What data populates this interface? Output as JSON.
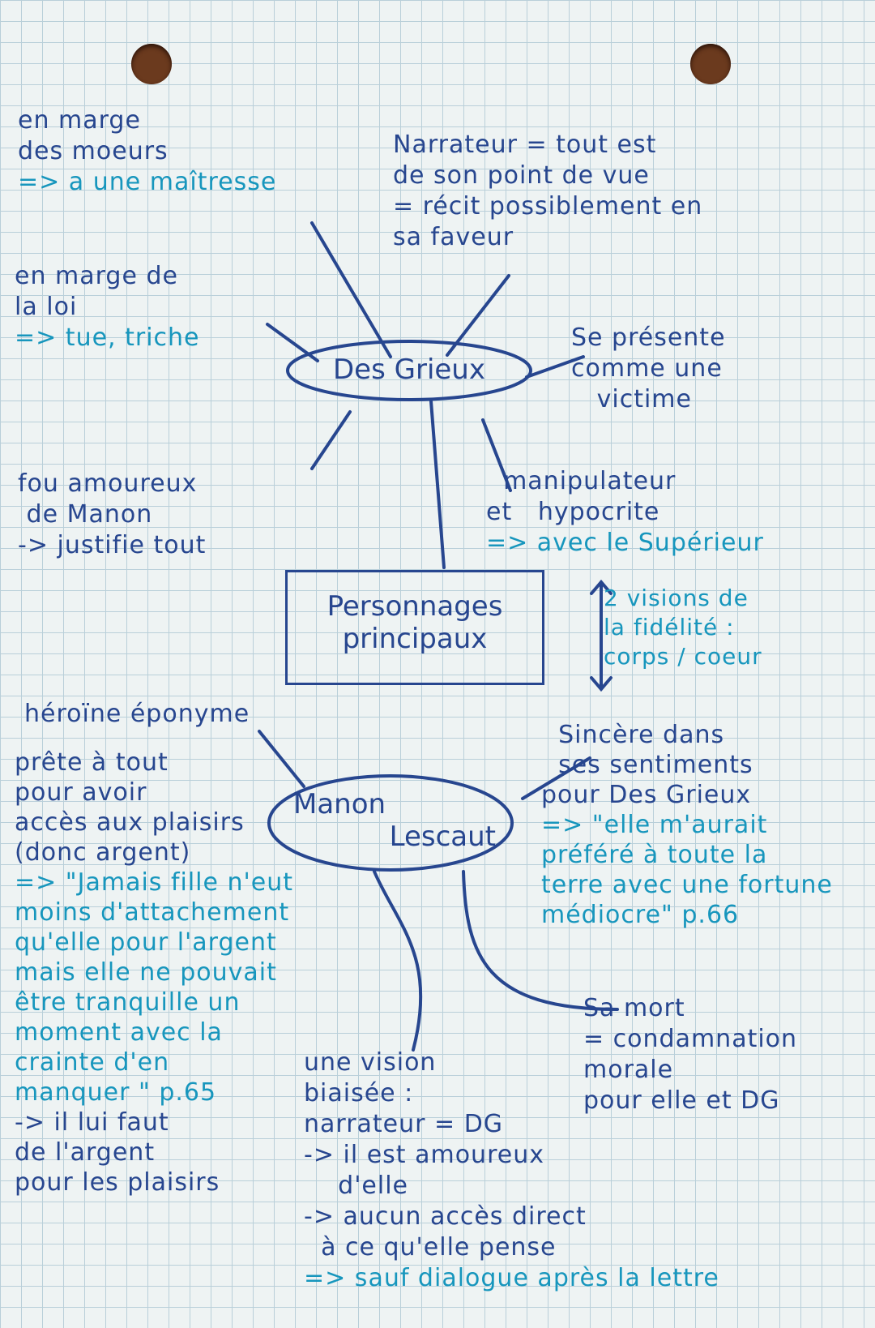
{
  "inks": {
    "dark": "#27468f",
    "teal": "#1796bd"
  },
  "nodes": {
    "des_grieux": "Des Grieux",
    "central": [
      "Personnages",
      "principaux"
    ],
    "manon": [
      "Manon",
      "Lescaut"
    ]
  },
  "blocks": [
    {
      "id": "b-topleft",
      "name": "note-moeurs",
      "lines": [
        {
          "text": "en marge",
          "ink": "dark"
        },
        {
          "text": "des moeurs",
          "ink": "dark"
        },
        {
          "text": "=> a une maîtresse",
          "ink": "teal"
        }
      ]
    },
    {
      "id": "b-narr",
      "name": "note-narrateur",
      "lines": [
        {
          "text": "Narrateur = tout est",
          "ink": "dark"
        },
        {
          "text": "de son point de vue",
          "ink": "dark"
        },
        {
          "text": "= récit possiblement en",
          "ink": "dark"
        },
        {
          "text": "sa faveur",
          "ink": "dark"
        }
      ]
    },
    {
      "id": "b-loi",
      "name": "note-loi",
      "lines": [
        {
          "text": "en marge de",
          "ink": "dark"
        },
        {
          "text": "la loi",
          "ink": "dark"
        },
        {
          "text": "=> tue, triche",
          "ink": "teal"
        }
      ]
    },
    {
      "id": "b-victime",
      "name": "note-victime",
      "lines": [
        {
          "text": "Se présente",
          "ink": "dark"
        },
        {
          "text": "comme une",
          "ink": "dark"
        },
        {
          "text": "   victime",
          "ink": "dark"
        }
      ]
    },
    {
      "id": "b-fou",
      "name": "note-fou-amoureux",
      "lines": [
        {
          "text": "fou amoureux",
          "ink": "dark"
        },
        {
          "text": " de Manon",
          "ink": "dark"
        },
        {
          "text": "-> justifie tout",
          "ink": "dark"
        }
      ]
    },
    {
      "id": "b-manip",
      "name": "note-manipulateur",
      "lines": [
        {
          "text": "  manipulateur",
          "ink": "dark"
        },
        {
          "text": "et   hypocrite",
          "ink": "dark"
        },
        {
          "text": "=> avec le Supérieur",
          "ink": "teal"
        }
      ]
    },
    {
      "id": "b-visions",
      "name": "note-visions-fidelite",
      "lines": [
        {
          "text": "2 visions de",
          "ink": "teal"
        },
        {
          "text": "la fidélité :",
          "ink": "teal"
        },
        {
          "text": "corps / coeur",
          "ink": "teal"
        }
      ]
    },
    {
      "id": "b-heroine",
      "name": "note-heroine",
      "lines": [
        {
          "text": "héroïne éponyme",
          "ink": "dark"
        }
      ]
    },
    {
      "id": "b-prete",
      "name": "note-prete-a-tout",
      "lines": [
        {
          "text": "prête à tout",
          "ink": "dark"
        },
        {
          "text": "pour avoir",
          "ink": "dark"
        },
        {
          "text": "accès aux plaisirs",
          "ink": "dark"
        },
        {
          "text": "(donc argent)",
          "ink": "dark"
        },
        {
          "text": "=> \"Jamais fille n'eut",
          "ink": "teal"
        },
        {
          "text": "moins d'attachement",
          "ink": "teal"
        },
        {
          "text": "qu'elle pour l'argent",
          "ink": "teal"
        },
        {
          "text": "mais elle ne pouvait",
          "ink": "teal"
        },
        {
          "text": "être tranquille un",
          "ink": "teal"
        },
        {
          "text": "moment avec la",
          "ink": "teal"
        },
        {
          "text": "crainte d'en",
          "ink": "teal"
        },
        {
          "text": "manquer \" p.65",
          "ink": "teal"
        },
        {
          "text": "-> il lui faut",
          "ink": "dark"
        },
        {
          "text": "de l'argent",
          "ink": "dark"
        },
        {
          "text": "pour les plaisirs",
          "ink": "dark"
        }
      ]
    },
    {
      "id": "b-sincere",
      "name": "note-sincere",
      "lines": [
        {
          "text": "  Sincère dans",
          "ink": "dark"
        },
        {
          "text": "  ses sentiments",
          "ink": "dark"
        },
        {
          "text": "pour Des Grieux",
          "ink": "dark"
        },
        {
          "text": "=> \"elle m'aurait",
          "ink": "teal"
        },
        {
          "text": "préféré à toute la",
          "ink": "teal"
        },
        {
          "text": "terre avec une fortune",
          "ink": "teal"
        },
        {
          "text": "médiocre\" p.66",
          "ink": "teal"
        }
      ]
    },
    {
      "id": "b-mort",
      "name": "note-mort",
      "lines": [
        {
          "text": "Sa mort",
          "ink": "dark"
        },
        {
          "text": "= condamnation",
          "ink": "dark"
        },
        {
          "text": "morale",
          "ink": "dark"
        },
        {
          "text": "pour elle et DG",
          "ink": "dark"
        }
      ]
    },
    {
      "id": "b-vision",
      "name": "note-vision-biaisee",
      "lines": [
        {
          "text": "une vision",
          "ink": "dark"
        },
        {
          "text": "biaisée :",
          "ink": "dark"
        },
        {
          "text": "narrateur = DG",
          "ink": "dark"
        },
        {
          "text": "-> il est amoureux",
          "ink": "dark"
        },
        {
          "text": "    d'elle",
          "ink": "dark"
        },
        {
          "text": "-> aucun accès direct",
          "ink": "dark"
        },
        {
          "text": "  à ce qu'elle pense",
          "ink": "dark"
        },
        {
          "text": "=> sauf dialogue après la lettre",
          "ink": "teal"
        }
      ]
    }
  ]
}
